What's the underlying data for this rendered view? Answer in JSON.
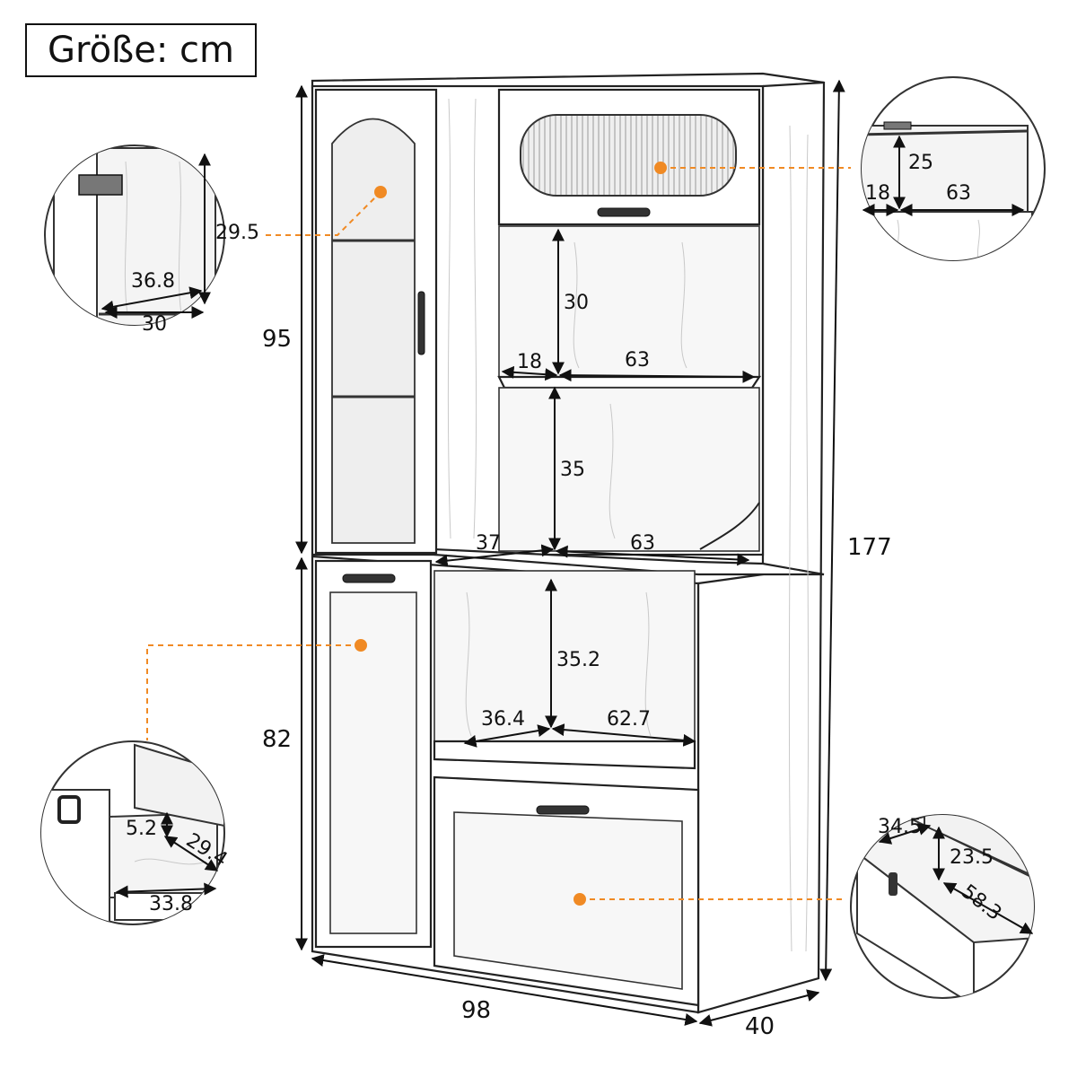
{
  "title": "Größe: cm",
  "dimensions": {
    "height_upper": "95",
    "height_lower": "82",
    "height_total": "177",
    "width_total": "98",
    "depth_total": "40",
    "shelf1_height": "30",
    "shelf1_depth": "18",
    "shelf1_width": "63",
    "shelf2_height": "35",
    "shelf2_depth": "37",
    "shelf2_width": "63",
    "lower_height": "35.2",
    "lower_depth": "36.4",
    "lower_width": "62.7"
  },
  "callouts": {
    "glass_cabinet": {
      "height": "29.5",
      "depth": "36.8",
      "width": "30"
    },
    "top_cabinet": {
      "height": "25",
      "depth": "18",
      "width": "63"
    },
    "left_drawer": {
      "height": "5.2",
      "depth": "29.4",
      "width": "33.8"
    },
    "bottom_drawer": {
      "width": "34.5",
      "height": "23.5",
      "depth": "58.3"
    }
  },
  "colors": {
    "accent": "#f08a24",
    "line": "#222222"
  }
}
